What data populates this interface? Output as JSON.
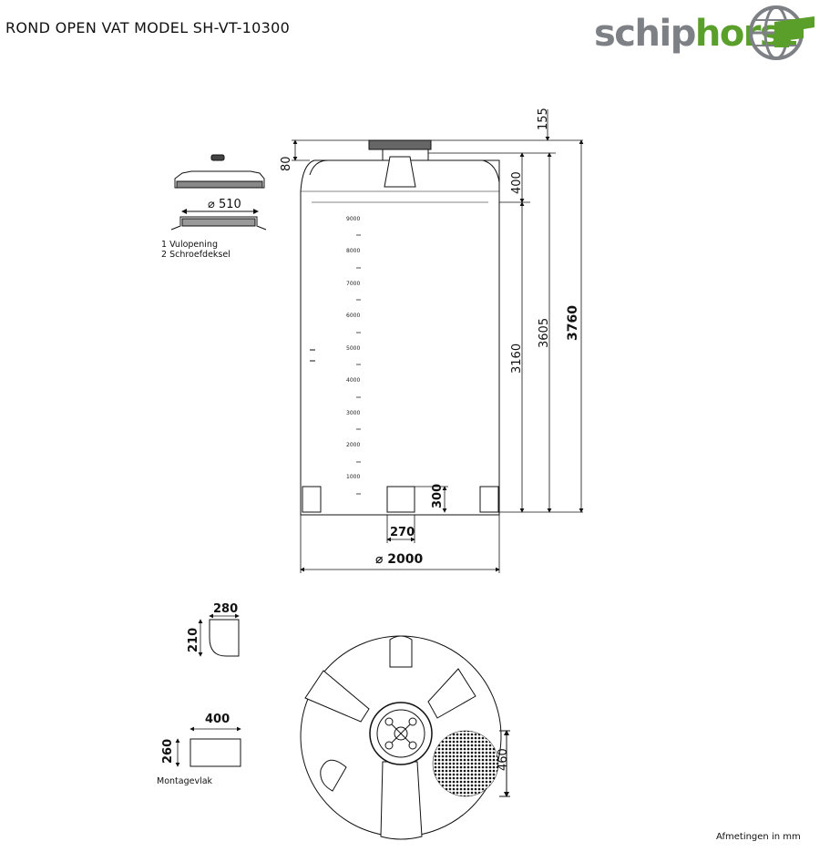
{
  "title": "ROND OPEN VAT MODEL SH-VT-10300",
  "logo": {
    "text_part1": "schip",
    "text_part2": "horst",
    "color_grey": "#7d8084",
    "color_green": "#5a9f2a",
    "icon": "globe-c-icon"
  },
  "lid": {
    "diameter_label": "⌀ 510"
  },
  "notes": [
    "1 Vulopening",
    "2 Schroefdeksel"
  ],
  "dimensions": {
    "top_height": "155",
    "lid_height": "80",
    "shoulder": "400",
    "body_height": "3160",
    "height_without_lid": "3605",
    "total_height": "3760",
    "leg_height": "300",
    "leg_width": "270",
    "diameter": "⌀ 2000",
    "small_leg_width": "280",
    "small_leg_height": "210",
    "base_width": "400",
    "base_height": "260",
    "outlet": "460"
  },
  "scale_marks": [
    "9000",
    "8000",
    "7000",
    "6000",
    "5000",
    "4000",
    "3000",
    "2000",
    "1000"
  ],
  "montage_label": "Montagevlak",
  "units_note": "Afmetingen in mm"
}
